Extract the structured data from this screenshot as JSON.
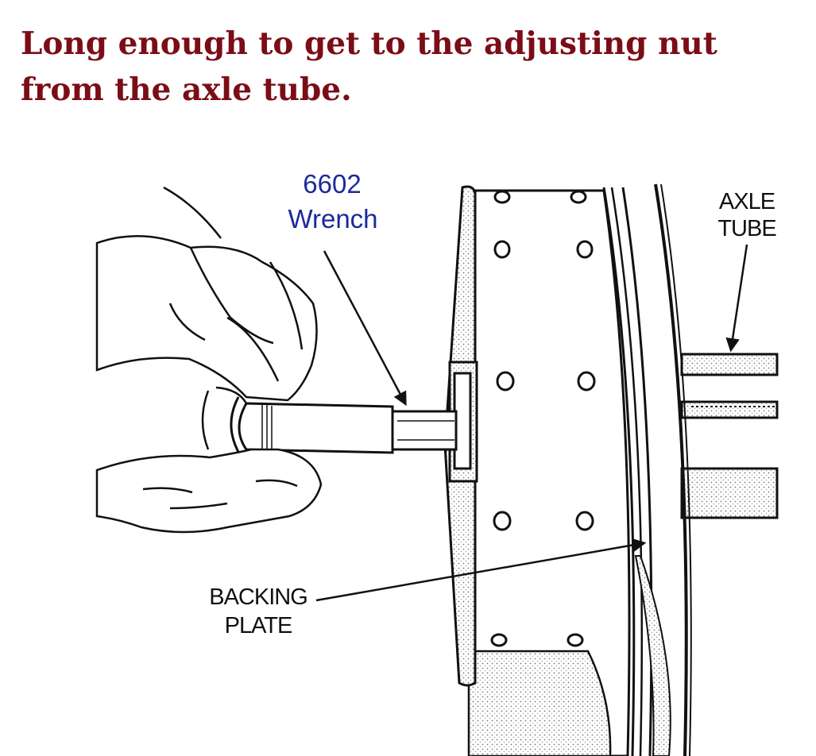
{
  "caption": "Long enough to get to the adjusting nut from the axle tube.",
  "labels": {
    "wrench_number": "6602",
    "wrench_name": "Wrench",
    "axle_tube_line1": "AXLE",
    "axle_tube_line2": "TUBE",
    "backing_plate_line1": "BACKING",
    "backing_plate_line2": "PLATE"
  },
  "colors": {
    "caption": "#7b0d17",
    "wrench_label": "#1b2a9c",
    "line_art": "#111111"
  }
}
